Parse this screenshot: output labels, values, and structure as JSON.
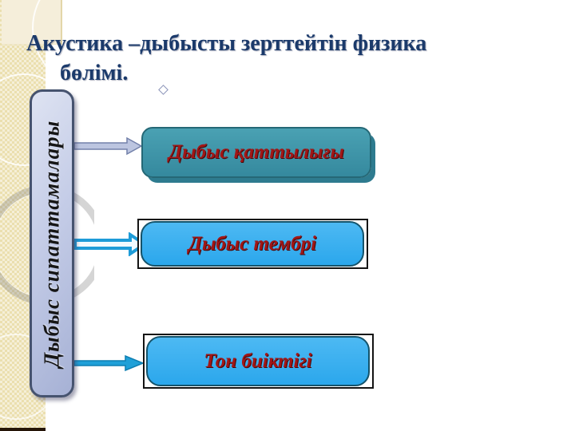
{
  "slide": {
    "title_lines": [
      "Акустика –дыбысты зерттейтін физика",
      "бөлімі."
    ],
    "category_box": {
      "label": "Дыбыс сипаттамалары"
    },
    "items": [
      {
        "label": "Дыбыс қаттылығы"
      },
      {
        "label": "Дыбыс тембрі"
      },
      {
        "label": "Тон биіктігі"
      }
    ],
    "colors": {
      "title_text": "#1B3A6B",
      "box_text": "#A21616",
      "teal_box_fill": "#3A91A6",
      "blue_box_fill": "#33ACEE",
      "category_box_fill": "#C4CCE7",
      "sidebar_beige": "#EBDFAF",
      "arrow_lavender": "#BCC5E0",
      "arrow_cyan": "#1E9CD8"
    }
  }
}
